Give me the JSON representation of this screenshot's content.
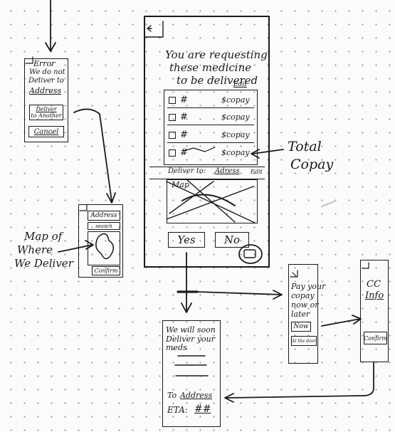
{
  "error_screen": {
    "lines": [
      "Error",
      "We do not",
      "Deliver to"
    ],
    "address_word": "Address",
    "deliver_button": [
      "Deliver",
      "to Another"
    ],
    "cancel_button": "Cancel"
  },
  "address_screen": {
    "address_field": "Address",
    "search_field": "search",
    "confirm_button": "Confirm"
  },
  "map_note": [
    "Map of",
    "Where",
    "We Deliver"
  ],
  "main_screen": {
    "heading": [
      "You are requesting",
      "these medicine",
      "to be delivered"
    ],
    "edit_label": "Edit",
    "items": [
      {
        "number": "#",
        "copay": "$copay"
      },
      {
        "number": "#",
        "copay": "$copay"
      },
      {
        "number": "#",
        "copay": "$copay"
      },
      {
        "number": "#",
        "copay": "$copay"
      }
    ],
    "deliver_to_label": "Deliver to:",
    "deliver_to_address": "Adress",
    "deliver_edit": "Edit",
    "map_label": "Map",
    "yes_button": "Yes",
    "no_button": "No"
  },
  "total_copay_note": [
    "Total",
    "Copay"
  ],
  "pay_screen": {
    "lines": [
      "Pay your",
      "copay",
      "now or",
      "later"
    ],
    "now_button": "Now",
    "door_button": "At the door"
  },
  "cc_screen": {
    "title": [
      "CC",
      "Info"
    ],
    "confirm_button": "Confirm"
  },
  "soon_screen": {
    "lines": [
      "We will soon",
      "Deliver your",
      "meds"
    ],
    "to_label": "To",
    "to_address": "Address",
    "eta_label": "ETA:",
    "eta_value": "##"
  }
}
